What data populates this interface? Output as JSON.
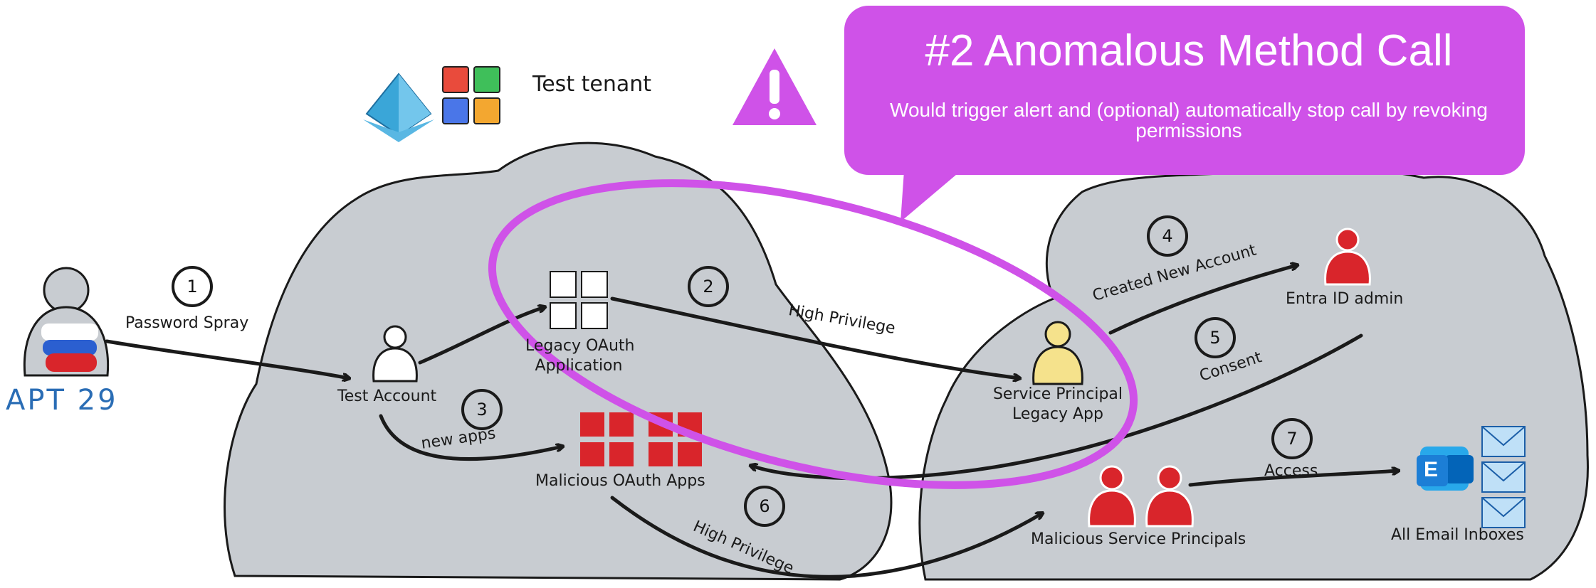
{
  "tenant": {
    "label": "Test tenant"
  },
  "callout": {
    "title": "#2 Anomalous Method Call",
    "subtitle": "Would trigger alert and (optional) automatically stop call by revoking permissions"
  },
  "actors": {
    "attacker": "APT 29",
    "test_account": "Test Account",
    "legacy_app_line1": "Legacy OAuth",
    "legacy_app_line2": "Application",
    "malicious_apps": "Malicious OAuth Apps",
    "service_principal_line1": "Service Principal",
    "service_principal_line2": "Legacy App",
    "entra_admin": "Entra ID admin",
    "malicious_sps": "Malicious Service Principals",
    "email_inboxes": "All Email Inboxes",
    "exchange_letter": "E"
  },
  "steps": [
    {
      "num": "1",
      "label": "Password Spray"
    },
    {
      "num": "2",
      "label": "High Privilege"
    },
    {
      "num": "3",
      "label": "new apps"
    },
    {
      "num": "4",
      "label": "Created New Account"
    },
    {
      "num": "5",
      "label": "Consent"
    },
    {
      "num": "6",
      "label": "High Privilege"
    },
    {
      "num": "7",
      "label": "Access"
    }
  ],
  "colors": {
    "callout": "#cf52e8",
    "highlight_ellipse": "#cf52e8",
    "cloud": "#c8ccd1",
    "attacker_red": "#d9252b",
    "sp_yellow": "#f5e28c",
    "exchange_blue": "#1c7ed6"
  },
  "icons": [
    "azure-ad-icon",
    "microsoft-logo-icon",
    "warning-icon",
    "user-icon",
    "app-grid-icon",
    "envelope-icon",
    "exchange-icon"
  ]
}
